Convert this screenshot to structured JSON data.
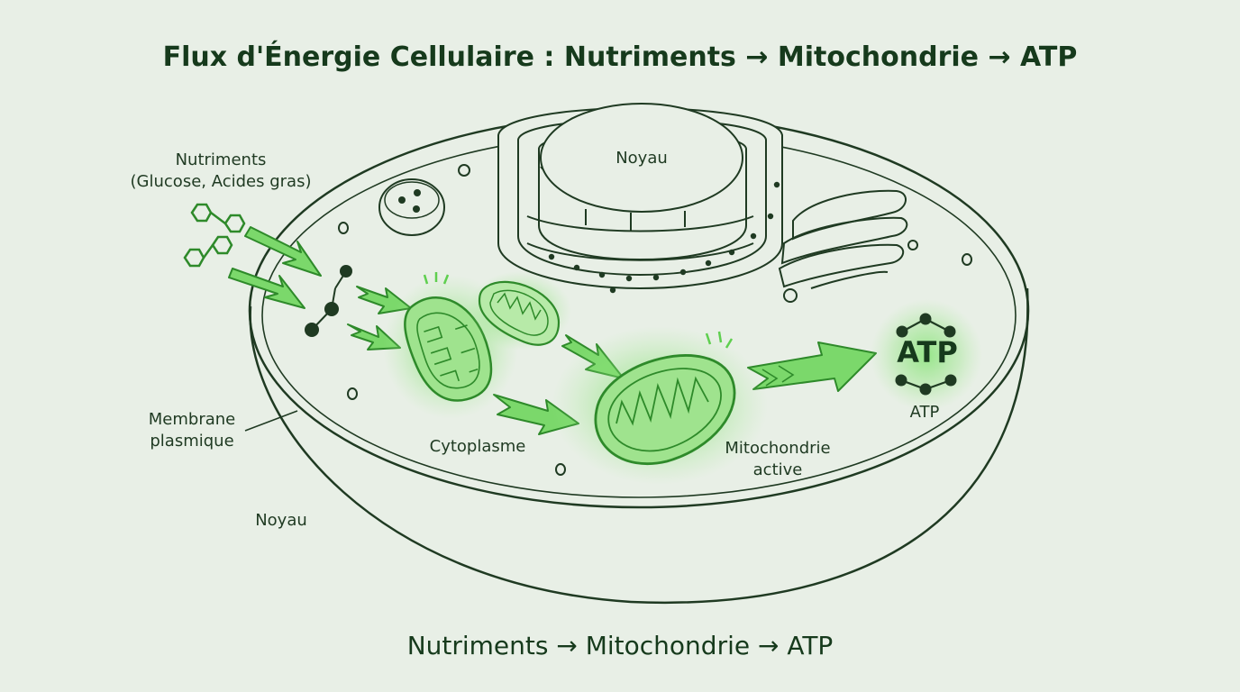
{
  "title": "Flux d'Énergie Cellulaire : Nutriments → Mitochondrie → ATP",
  "caption": "Nutriments → Mitochondrie → ATP",
  "labels": {
    "nutrients_line1": "Nutriments",
    "nutrients_line2": "(Glucose, Acides gras)",
    "nucleus_top": "Noyau",
    "membrane_line1": "Membrane",
    "membrane_line2": "plasmique",
    "cytoplasm": "Cytoplasme",
    "active_mito_line1": "Mitochondrie",
    "active_mito_line2": "active",
    "atp_badge": "ATP",
    "atp_small": "ATP",
    "nucleus_bottom": "Noyau"
  },
  "colors": {
    "background": "#e8efe6",
    "outline": "#1f3a22",
    "accent_green": "#5fcf4f",
    "accent_dark": "#2e8a2a",
    "text_dark": "#163a1c"
  }
}
